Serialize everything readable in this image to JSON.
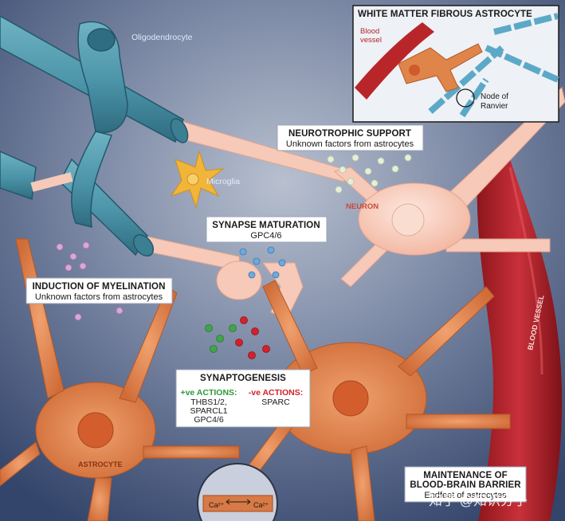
{
  "labels": {
    "oligodendrocyte": "Oligodendrocyte",
    "microglia": "Microglia",
    "neuron": "NEURON",
    "astrocyte": "ASTROCYTE",
    "blood_vessel": "BLOOD VESSEL"
  },
  "inset": {
    "title": "WHITE MATTER FIBROUS ASTROCYTE",
    "blood_vessel": [
      "Blood",
      "vessel"
    ],
    "node": [
      "Node of",
      "Ranvier"
    ]
  },
  "neurotrophic": {
    "title": "NEUROTROPHIC SUPPORT",
    "sub": "Unknown factors from astrocytes"
  },
  "synapse_maturation": {
    "title": "SYNAPSE MATURATION",
    "sub": "GPC4/6"
  },
  "myelination": {
    "title": "INDUCTION OF MYELINATION",
    "sub": "Unknown factors from astrocytes"
  },
  "synaptogenesis": {
    "title": "SYNAPTOGENESIS",
    "pos_head": "+ve ACTIONS:",
    "pos_items": [
      "THBS1/2,",
      "SPARCL1",
      "GPC4/6"
    ],
    "neg_head": "-ve ACTIONS:",
    "neg_items": [
      "SPARC"
    ]
  },
  "bbb": {
    "title1": "MAINTENANCE OF",
    "title2": "BLOOD-BRAIN BARRIER",
    "sub": "Endfeet of astrocytes"
  },
  "calcium": {
    "left": "Ca²⁺",
    "right": "Ca²⁺"
  },
  "watermark": "知乎 @知识分子",
  "colors": {
    "background": "#3d4f73",
    "myelin": "#4b93a8",
    "astrocyte": "#d87a45",
    "neuron": "#f6c9b8",
    "vessel": "#b8262a",
    "microglia": "#f1b53a"
  }
}
